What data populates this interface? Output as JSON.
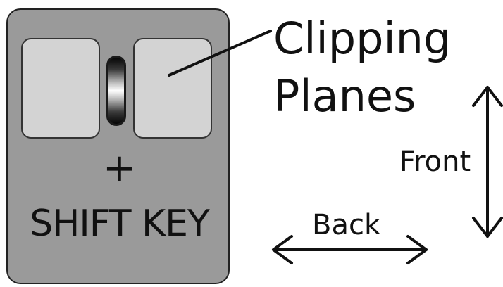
{
  "diagram": {
    "mouse": {
      "plus": "+",
      "modifier_key": "SHIFT KEY"
    },
    "title": "Clipping\nPlanes",
    "directions": {
      "front": "Front",
      "back": "Back"
    },
    "colors": {
      "mouse_body": "#9a9a9a",
      "mouse_buttons": "#d3d3d3",
      "outline": "#222222",
      "text": "#111111"
    }
  }
}
